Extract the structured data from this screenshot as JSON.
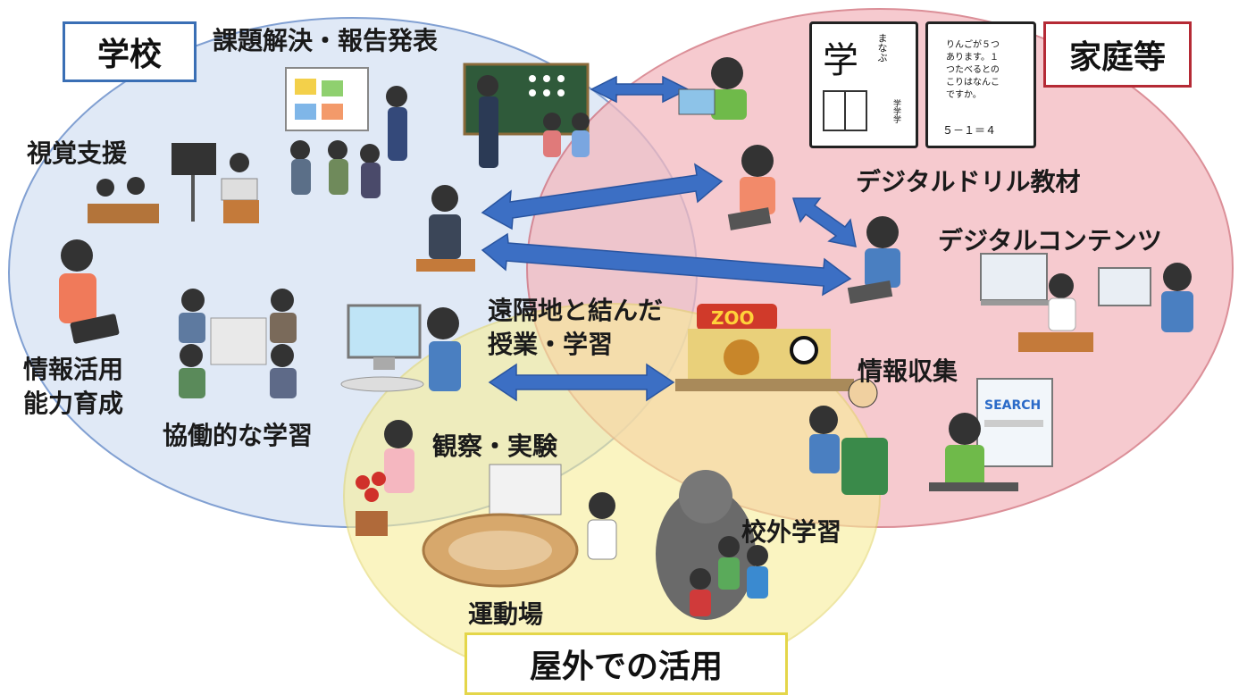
{
  "circles": {
    "school": {
      "label": "学校",
      "color": "#dfe8f6",
      "border": "#3a6fb5"
    },
    "home": {
      "label": "家庭等",
      "color": "#f6c9cd",
      "border": "#b52a35"
    },
    "outdoor": {
      "label": "屋外での活用",
      "color": "#f7f1b6",
      "border": "#d8cb3a"
    }
  },
  "labels": {
    "kadai": "課題解決・報告発表",
    "shikaku": "視覚支援",
    "joho_katsuyo_1": "情報活用",
    "joho_katsuyo_2": "能力育成",
    "kyodo": "協働的な学習",
    "enkakuchi_1": "遠隔地と結んだ",
    "enkakuchi_2": "授業・学習",
    "kansatsu": "観察・実験",
    "undojo": "運動場",
    "kogai": "校外学習",
    "joho_shushu": "情報収集",
    "drill": "デジタルドリル教材",
    "contents": "デジタルコンテンツ"
  },
  "drill_cards": {
    "kanji_char": "学",
    "kanji_reading": "まなぶ",
    "kanji_side": "学学学",
    "math_text": [
      "りんごが５つ",
      "あります。１",
      "つたべるとの",
      "こりはなんこ",
      "ですか。"
    ],
    "math_eq": "５－１＝４"
  },
  "signs": {
    "zoo": "ZOO",
    "search": "SEARCH"
  },
  "colors": {
    "arrow": "#3c6fc4",
    "arrow_edge": "#2a55a0"
  }
}
